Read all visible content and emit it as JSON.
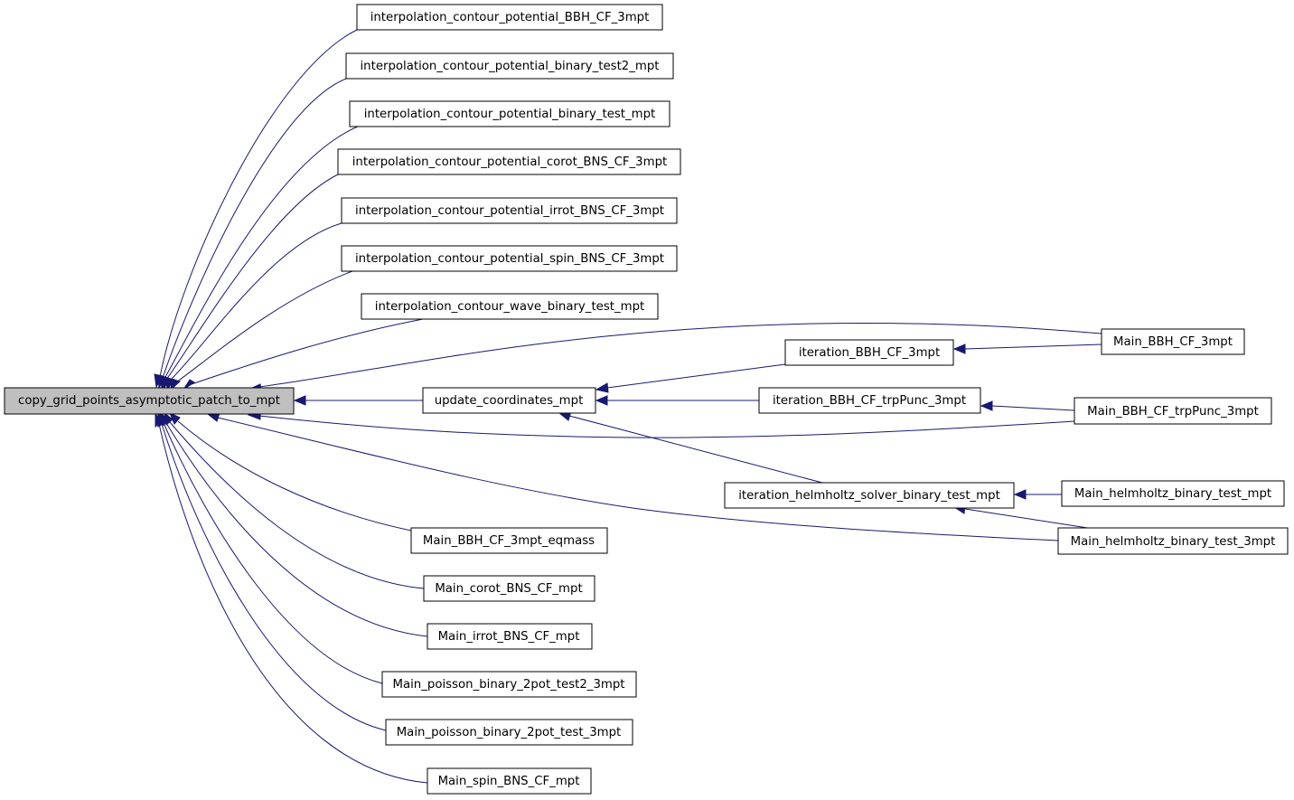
{
  "graph": {
    "colors": {
      "edge": "#191970",
      "root_fill": "#bfbfbf",
      "node_fill": "#ffffff",
      "node_border": "#000000"
    },
    "nodes": {
      "root": "copy_grid_points_asymptotic_patch_to_mpt",
      "n1": "interpolation_contour_potential_BBH_CF_3mpt",
      "n2": "interpolation_contour_potential_binary_test2_mpt",
      "n3": "interpolation_contour_potential_binary_test_mpt",
      "n4": "interpolation_contour_potential_corot_BNS_CF_3mpt",
      "n5": "interpolation_contour_potential_irrot_BNS_CF_3mpt",
      "n6": "interpolation_contour_potential_spin_BNS_CF_3mpt",
      "n7": "interpolation_contour_wave_binary_test_mpt",
      "update": "update_coordinates_mpt",
      "iterBBH": "iteration_BBH_CF_3mpt",
      "iterTrp": "iteration_BBH_CF_trpPunc_3mpt",
      "iterHelm": "iteration_helmholtz_solver_binary_test_mpt",
      "mainBBH": "Main_BBH_CF_3mpt",
      "mainTrp": "Main_BBH_CF_trpPunc_3mpt",
      "mainHelmMpt": "Main_helmholtz_binary_test_mpt",
      "mainHelm3": "Main_helmholtz_binary_test_3mpt",
      "mainEq": "Main_BBH_CF_3mpt_eqmass",
      "mainCorot": "Main_corot_BNS_CF_mpt",
      "mainIrrot": "Main_irrot_BNS_CF_mpt",
      "mainPois2": "Main_poisson_binary_2pot_test2_3mpt",
      "mainPois": "Main_poisson_binary_2pot_test_3mpt",
      "mainSpin": "Main_spin_BNS_CF_mpt"
    }
  }
}
